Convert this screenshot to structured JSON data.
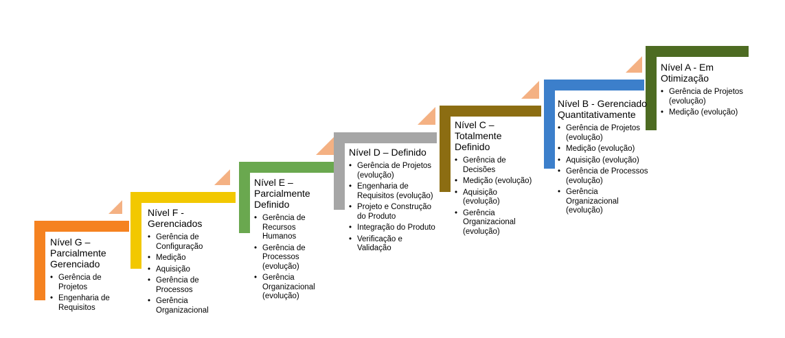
{
  "colors": {
    "G": "#f58220",
    "F": "#f2c800",
    "E": "#6aa84f",
    "D": "#a6a6a6",
    "C": "#8c6d12",
    "B": "#3c7fcb",
    "A": "#4d6b22",
    "arrow": "#f4b183"
  },
  "levels": [
    {
      "title": "Nível G – Parcialmente Gerenciado",
      "items": [
        "Gerência de Projetos",
        "Engenharia de Requisitos"
      ]
    },
    {
      "title": "Nível F - Gerenciados",
      "items": [
        "Gerência de Configuração",
        "Medição",
        "Aquisição",
        "Gerência de Processos",
        "Gerência Organizacional"
      ]
    },
    {
      "title": "Nível E – Parcialmente Definido",
      "items": [
        "Gerência de Recursos Humanos",
        "Gerência de Processos (evolução)",
        "Gerência Organizacional (evolução)"
      ]
    },
    {
      "title": "Nível D – Definido",
      "items": [
        "Gerência de Projetos (evolução)",
        "Engenharia de Requisitos (evolução)",
        "Projeto e Construção do Produto",
        "Integração do Produto",
        "Verificação e Validação"
      ]
    },
    {
      "title": "Nível C – Totalmente Definido",
      "items": [
        "Gerência de Decisões",
        "Medição (evolução)",
        "Aquisição (evolução)",
        "Gerência Organizacional (evolução)"
      ]
    },
    {
      "title": "Nível B - Gerenciado Quantitativamente",
      "items": [
        "Gerência de Projetos (evolução)",
        "Medição (evolução)",
        "Aquisição (evolução)",
        "Gerência de Processos (evolução)",
        "Gerência Organizacional (evolução)"
      ]
    },
    {
      "title": "Nível A - Em Otimização",
      "items": [
        "Gerência de Projetos (evolução)",
        "Medição (evolução)"
      ]
    }
  ]
}
